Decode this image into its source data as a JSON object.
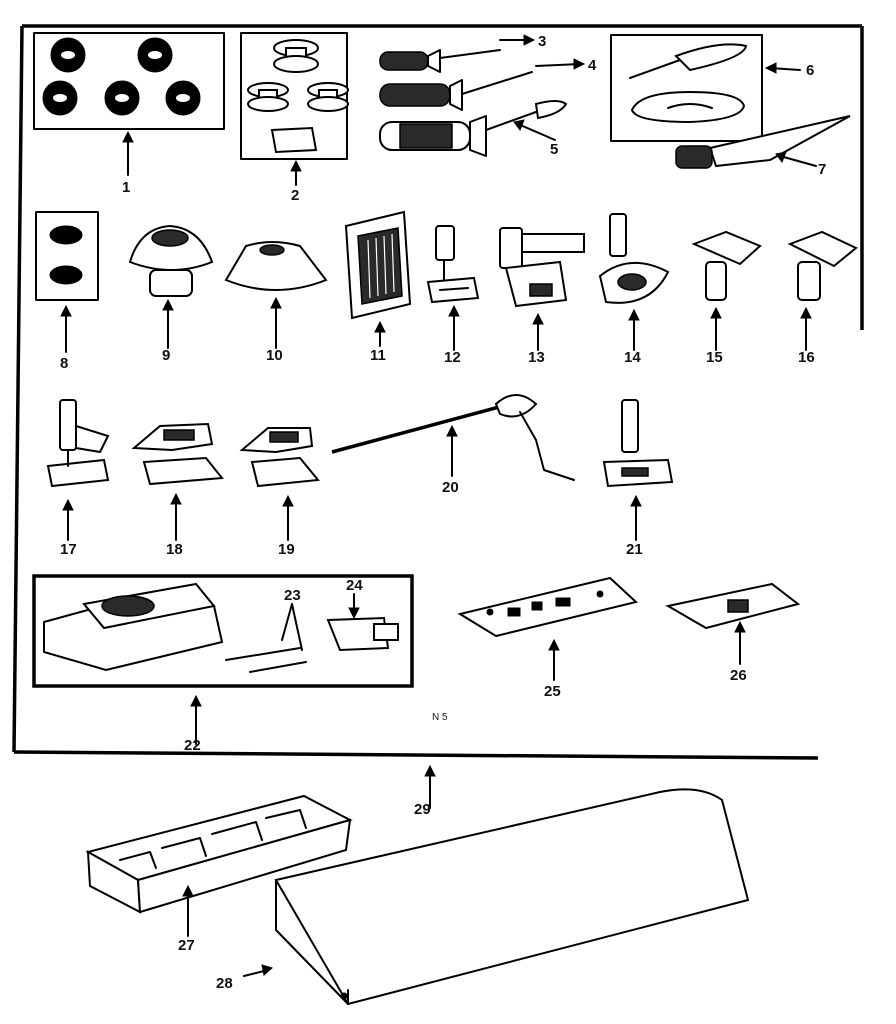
{
  "diagram": {
    "callouts": {
      "c1": "1",
      "c2": "2",
      "c3": "3",
      "c4": "4",
      "c5": "5",
      "c6": "6",
      "c7": "7",
      "c8": "8",
      "c9": "9",
      "c10": "10",
      "c11": "11",
      "c12": "12",
      "c13": "13",
      "c14": "14",
      "c15": "15",
      "c16": "16",
      "c17": "17",
      "c18": "18",
      "c19": "19",
      "c20": "20",
      "c21": "21",
      "c22": "22",
      "c23": "23",
      "c24": "24",
      "c25": "25",
      "c26": "26",
      "c27": "27",
      "c28": "28",
      "c29": "29"
    },
    "small_mark": "N 5"
  }
}
